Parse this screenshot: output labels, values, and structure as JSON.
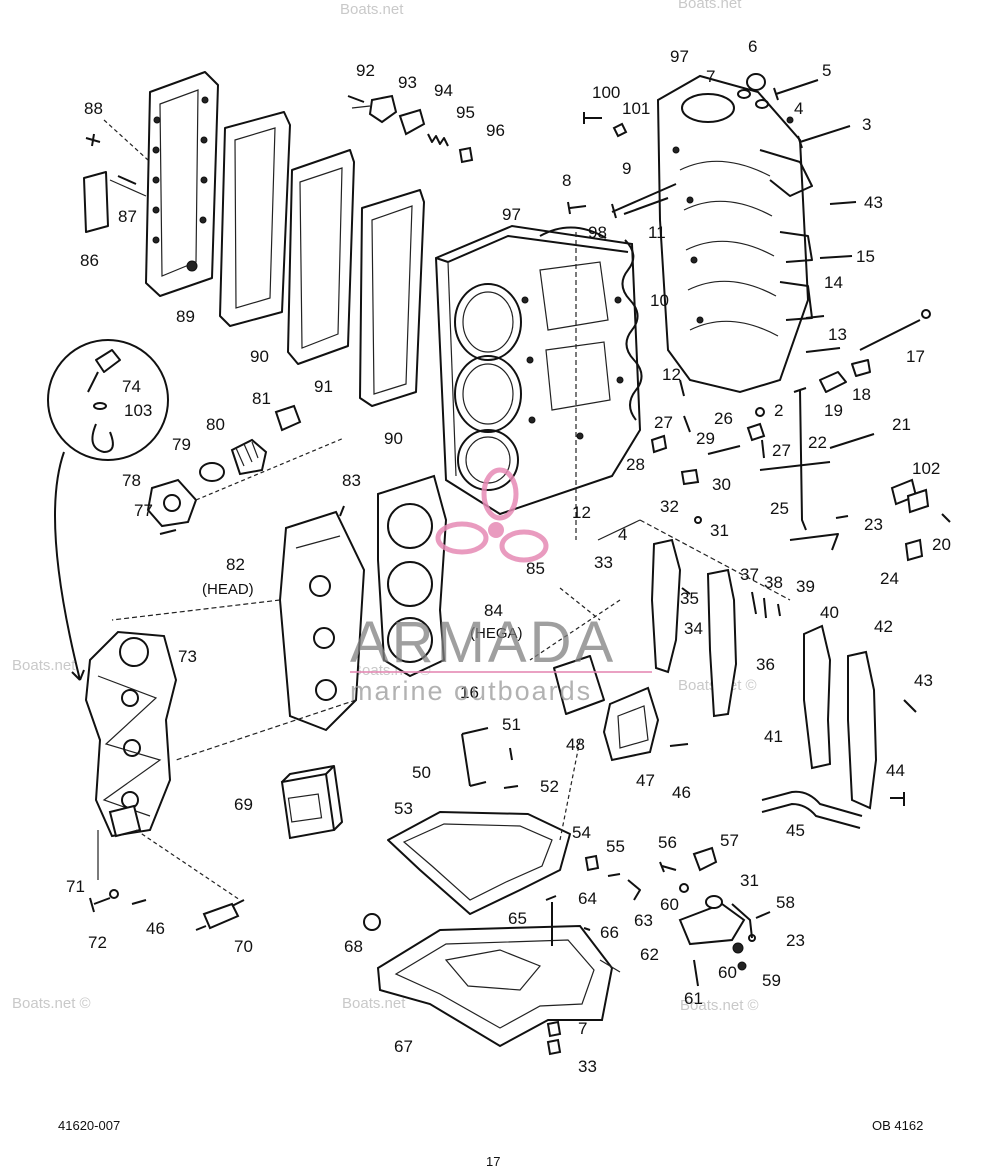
{
  "callouts": [
    {
      "id": "c88",
      "label": "88"
    },
    {
      "id": "c87",
      "label": "87"
    },
    {
      "id": "c86",
      "label": "86"
    },
    {
      "id": "c89",
      "label": "89"
    },
    {
      "id": "c90a",
      "label": "90"
    },
    {
      "id": "c91",
      "label": "91"
    },
    {
      "id": "c90b",
      "label": "90"
    },
    {
      "id": "c92",
      "label": "92"
    },
    {
      "id": "c93",
      "label": "93"
    },
    {
      "id": "c94",
      "label": "94"
    },
    {
      "id": "c95",
      "label": "95"
    },
    {
      "id": "c96",
      "label": "96"
    },
    {
      "id": "c97a",
      "label": "97"
    },
    {
      "id": "c100",
      "label": "100"
    },
    {
      "id": "c101",
      "label": "101"
    },
    {
      "id": "c6",
      "label": "6"
    },
    {
      "id": "c7a",
      "label": "7"
    },
    {
      "id": "c5",
      "label": "5"
    },
    {
      "id": "c4a",
      "label": "4"
    },
    {
      "id": "c3",
      "label": "3"
    },
    {
      "id": "c9",
      "label": "9"
    },
    {
      "id": "c8",
      "label": "8"
    },
    {
      "id": "c98",
      "label": "98"
    },
    {
      "id": "c11",
      "label": "11"
    },
    {
      "id": "c97b",
      "label": "97"
    },
    {
      "id": "c43a",
      "label": "43"
    },
    {
      "id": "c15",
      "label": "15"
    },
    {
      "id": "c14",
      "label": "14"
    },
    {
      "id": "c10",
      "label": "10"
    },
    {
      "id": "c13",
      "label": "13"
    },
    {
      "id": "c17",
      "label": "17"
    },
    {
      "id": "c18",
      "label": "18"
    },
    {
      "id": "c12a",
      "label": "12"
    },
    {
      "id": "c2",
      "label": "2"
    },
    {
      "id": "c19",
      "label": "19"
    },
    {
      "id": "c26",
      "label": "26"
    },
    {
      "id": "c27a",
      "label": "27"
    },
    {
      "id": "c27b",
      "label": "27"
    },
    {
      "id": "c22",
      "label": "22"
    },
    {
      "id": "c21",
      "label": "21"
    },
    {
      "id": "c29",
      "label": "29"
    },
    {
      "id": "c28",
      "label": "28"
    },
    {
      "id": "c30",
      "label": "30"
    },
    {
      "id": "c32",
      "label": "32"
    },
    {
      "id": "c25",
      "label": "25"
    },
    {
      "id": "c102",
      "label": "102"
    },
    {
      "id": "c20",
      "label": "20"
    },
    {
      "id": "c23a",
      "label": "23"
    },
    {
      "id": "c24",
      "label": "24"
    },
    {
      "id": "c31a",
      "label": "31"
    },
    {
      "id": "c12b",
      "label": "12"
    },
    {
      "id": "c4b",
      "label": "4"
    },
    {
      "id": "c33a",
      "label": "33"
    },
    {
      "id": "c85",
      "label": "85"
    },
    {
      "id": "c74",
      "label": "74"
    },
    {
      "id": "c103",
      "label": "103"
    },
    {
      "id": "c81",
      "label": "81"
    },
    {
      "id": "c80",
      "label": "80"
    },
    {
      "id": "c79",
      "label": "79"
    },
    {
      "id": "c78",
      "label": "78"
    },
    {
      "id": "c77",
      "label": "77"
    },
    {
      "id": "c83",
      "label": "83"
    },
    {
      "id": "c82",
      "label": "82"
    },
    {
      "id": "c82w",
      "label": "(HEAD)"
    },
    {
      "id": "c84",
      "label": "84"
    },
    {
      "id": "c84w",
      "label": "(HEGA)"
    },
    {
      "id": "c35",
      "label": "35"
    },
    {
      "id": "c37",
      "label": "37"
    },
    {
      "id": "c38",
      "label": "38"
    },
    {
      "id": "c39",
      "label": "39"
    },
    {
      "id": "c40",
      "label": "40"
    },
    {
      "id": "c34",
      "label": "34"
    },
    {
      "id": "c36",
      "label": "36"
    },
    {
      "id": "c42",
      "label": "42"
    },
    {
      "id": "c43b",
      "label": "43"
    },
    {
      "id": "c41",
      "label": "41"
    },
    {
      "id": "c44",
      "label": "44"
    },
    {
      "id": "c45",
      "label": "45"
    },
    {
      "id": "c73",
      "label": "73"
    },
    {
      "id": "c16",
      "label": "16"
    },
    {
      "id": "c51",
      "label": "51"
    },
    {
      "id": "c48",
      "label": "48"
    },
    {
      "id": "c47",
      "label": "47"
    },
    {
      "id": "c46a",
      "label": "46"
    },
    {
      "id": "c50",
      "label": "50"
    },
    {
      "id": "c52",
      "label": "52"
    },
    {
      "id": "c69",
      "label": "69"
    },
    {
      "id": "c53",
      "label": "53"
    },
    {
      "id": "c54",
      "label": "54"
    },
    {
      "id": "c55",
      "label": "55"
    },
    {
      "id": "c56",
      "label": "56"
    },
    {
      "id": "c57",
      "label": "57"
    },
    {
      "id": "c60a",
      "label": "60"
    },
    {
      "id": "c31b",
      "label": "31"
    },
    {
      "id": "c58",
      "label": "58"
    },
    {
      "id": "c64",
      "label": "64"
    },
    {
      "id": "c65",
      "label": "65"
    },
    {
      "id": "c66",
      "label": "66"
    },
    {
      "id": "c63",
      "label": "63"
    },
    {
      "id": "c62",
      "label": "62"
    },
    {
      "id": "c23b",
      "label": "23"
    },
    {
      "id": "c60b",
      "label": "60"
    },
    {
      "id": "c59",
      "label": "59"
    },
    {
      "id": "c61",
      "label": "61"
    },
    {
      "id": "c71",
      "label": "71"
    },
    {
      "id": "c72",
      "label": "72"
    },
    {
      "id": "c46b",
      "label": "46"
    },
    {
      "id": "c70",
      "label": "70"
    },
    {
      "id": "c68",
      "label": "68"
    },
    {
      "id": "c67",
      "label": "67"
    },
    {
      "id": "c7b",
      "label": "7"
    },
    {
      "id": "c33b",
      "label": "33"
    }
  ],
  "footer": {
    "left_code": "41620-007",
    "right_code": "OB 4162",
    "page_number": "17"
  },
  "watermark": {
    "site": "Boats.net",
    "site_copyright": "Boats.net ©",
    "brand_main": "ARMADA",
    "brand_sub": "marine outboards",
    "brand_color": "#e68ab5"
  }
}
